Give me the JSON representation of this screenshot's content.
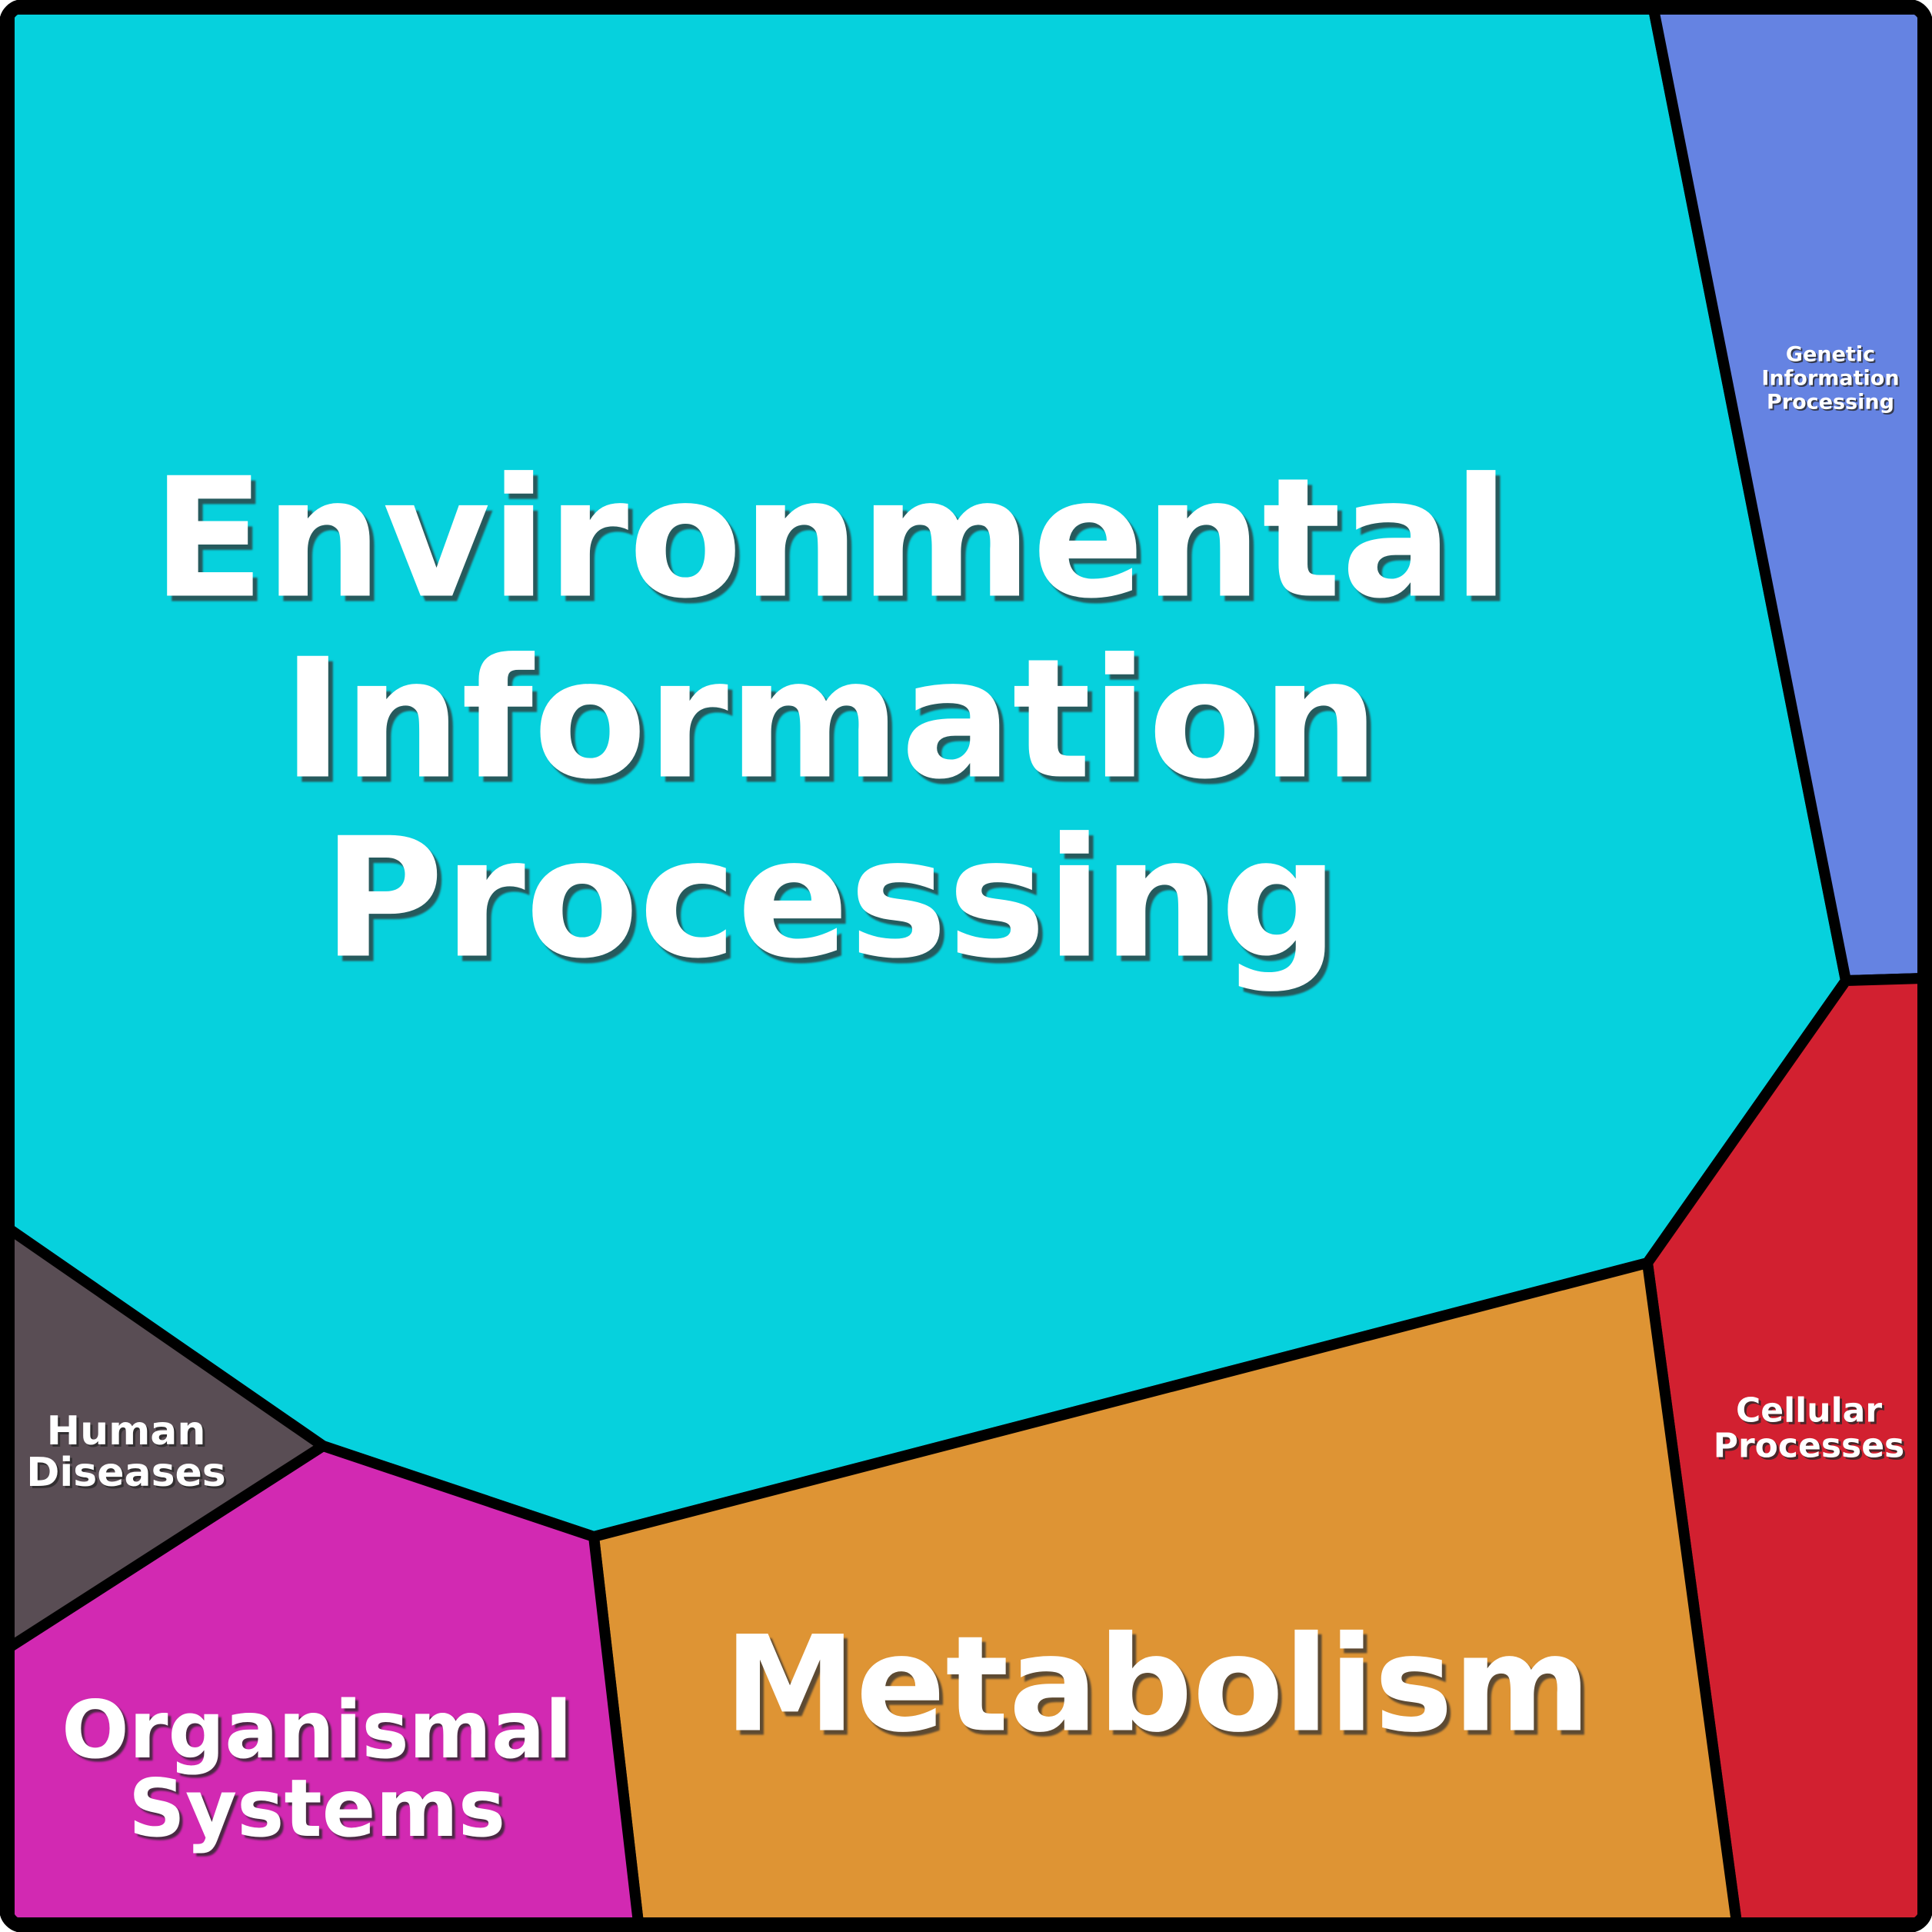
{
  "figure": {
    "background_color": "#ffffff",
    "frame_color": "#000000",
    "label_text_color": "#ffffff"
  },
  "chart_data": {
    "type": "treemap",
    "subtype": "voronoi-treemap",
    "title": "",
    "note": "Region area encodes category weight; no numeric values are printed in the image. Area percentages below are estimated from pixel geometry.",
    "legend_position": "none",
    "items": [
      {
        "label": "Environmental Information Processing",
        "color": "#06d1dd",
        "area_pct_est": 65.8
      },
      {
        "label": "Metabolism",
        "color": "#de9434",
        "area_pct_est": 15.6
      },
      {
        "label": "Organismal Systems",
        "color": "#d229b2",
        "area_pct_est": 6.6
      },
      {
        "label": "Cellular Processes",
        "color": "#d22030",
        "area_pct_est": 5.5
      },
      {
        "label": "Genetic Information Processing",
        "color": "#6583e2",
        "area_pct_est": 4.6
      },
      {
        "label": "Human Diseases",
        "color": "#594d54",
        "area_pct_est": 1.8
      }
    ]
  },
  "regions": [
    {
      "id": "environmental-information-processing",
      "label": "Environmental Information Processing",
      "label_lines": [
        "Environmental",
        "Information",
        "Processing"
      ],
      "color": "#06d1dd"
    },
    {
      "id": "genetic-information-processing",
      "label": "Genetic Information Processing",
      "label_lines": [
        "Genetic",
        "Information",
        "Processing"
      ],
      "color": "#6583e2"
    },
    {
      "id": "cellular-processes",
      "label": "Cellular Processes",
      "label_lines": [
        "Cellular",
        "Processes"
      ],
      "color": "#d22030"
    },
    {
      "id": "metabolism",
      "label": "Metabolism",
      "label_lines": [
        "Metabolism"
      ],
      "color": "#de9434"
    },
    {
      "id": "organismal-systems",
      "label": "Organismal Systems",
      "label_lines": [
        "Organismal",
        "Systems"
      ],
      "color": "#d229b2"
    },
    {
      "id": "human-diseases",
      "label": "Human Diseases",
      "label_lines": [
        "Human",
        "Diseases"
      ],
      "color": "#594d54"
    }
  ]
}
